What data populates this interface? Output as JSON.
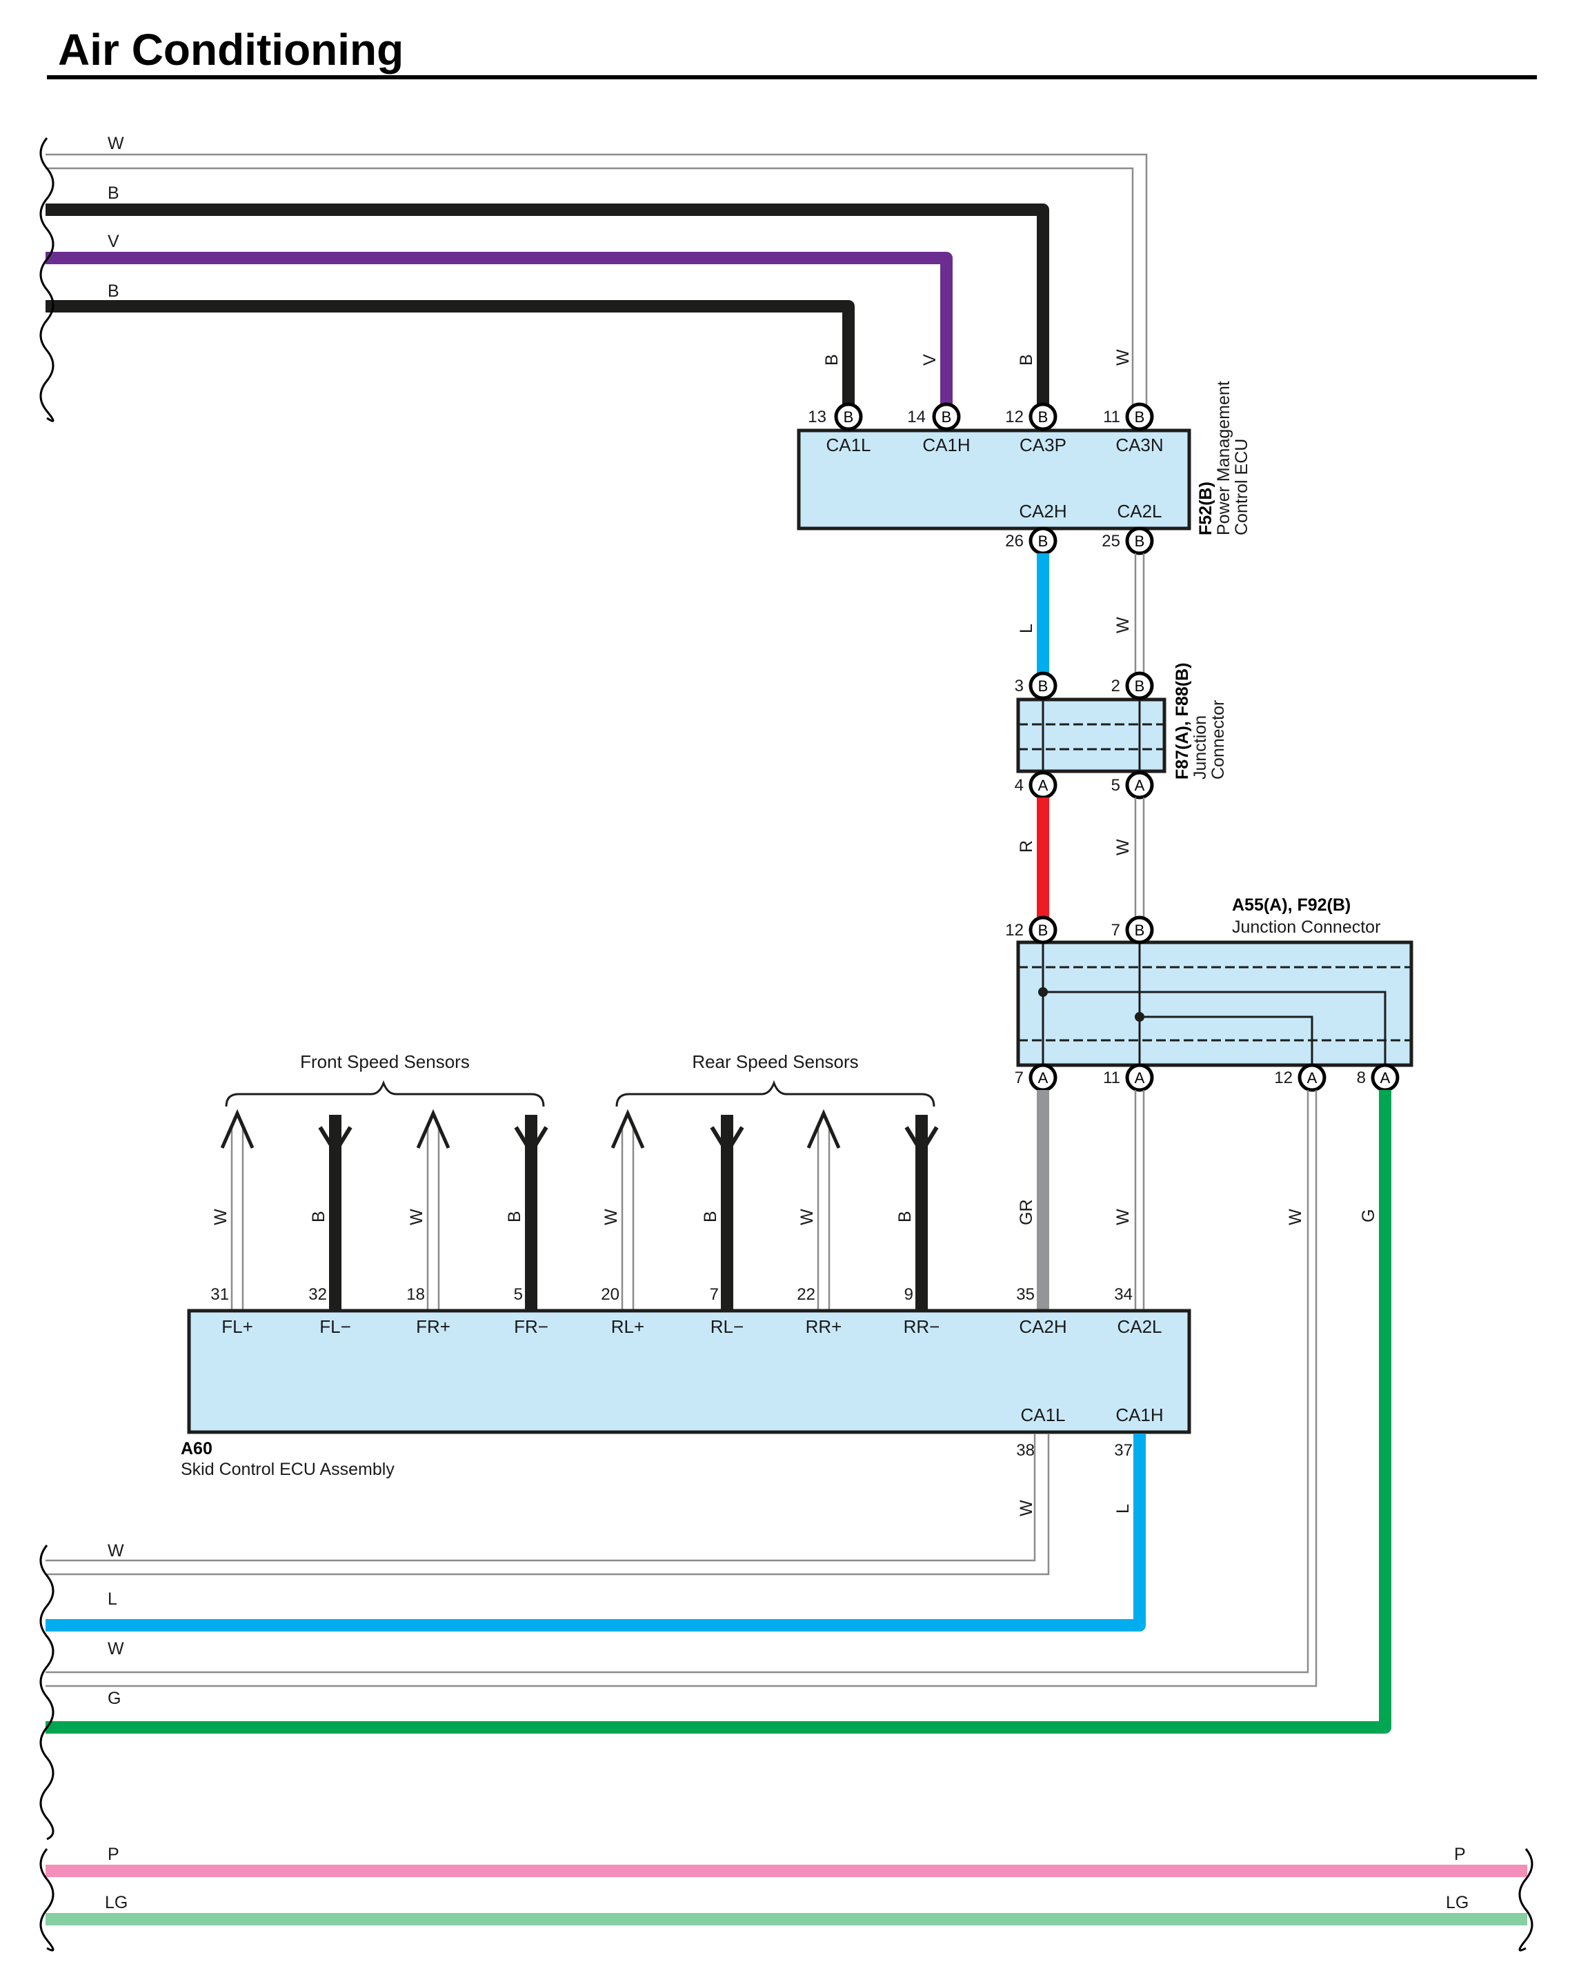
{
  "title": "Air Conditioning",
  "colors": {
    "B": "#1d1d1b",
    "V": "#6b2d8f",
    "W": "#ffffff",
    "L": "#00aeef",
    "R": "#ed1c24",
    "GR": "#939598",
    "G": "#00a651",
    "P": "#f48fb9",
    "LG": "#85cfa3",
    "box_fill": "#c8e8f8"
  },
  "top_wires": [
    {
      "code": "W"
    },
    {
      "code": "B"
    },
    {
      "code": "V"
    },
    {
      "code": "B"
    }
  ],
  "f52": {
    "id": "F52(B)",
    "name_line1": "Power Management",
    "name_line2": "Control ECU",
    "pins": [
      {
        "num": "13",
        "conn": "B",
        "term": "CA1L",
        "wire": "B"
      },
      {
        "num": "14",
        "conn": "B",
        "term": "CA1H",
        "wire": "V"
      },
      {
        "num": "12",
        "conn": "B",
        "term": "CA3P",
        "wire": "B"
      },
      {
        "num": "11",
        "conn": "B",
        "term": "CA3N",
        "wire": "W"
      },
      {
        "num": "26",
        "conn": "B",
        "term": "CA2H",
        "wire": "L"
      },
      {
        "num": "25",
        "conn": "B",
        "term": "CA2L",
        "wire": "W"
      }
    ]
  },
  "f87": {
    "id": "F87(A), F88(B)",
    "name_line1": "Junction",
    "name_line2": "Connector",
    "pins": [
      {
        "num": "3",
        "conn": "B"
      },
      {
        "num": "2",
        "conn": "B"
      },
      {
        "num": "4",
        "conn": "A",
        "wire": "R"
      },
      {
        "num": "5",
        "conn": "A",
        "wire": "W"
      }
    ]
  },
  "a55": {
    "id": "A55(A), F92(B)",
    "name": "Junction Connector",
    "pins": [
      {
        "num": "12",
        "conn": "B"
      },
      {
        "num": "7",
        "conn": "B"
      },
      {
        "num": "7",
        "conn": "A",
        "wire": "GR"
      },
      {
        "num": "11",
        "conn": "A",
        "wire": "W"
      },
      {
        "num": "12",
        "conn": "A",
        "wire": "W"
      },
      {
        "num": "8",
        "conn": "A",
        "wire": "G"
      }
    ]
  },
  "a60": {
    "id": "A60",
    "name": "Skid Control ECU Assembly",
    "groups": [
      "Front Speed Sensors",
      "Rear Speed Sensors"
    ],
    "sensor_pins": [
      {
        "num": "31",
        "term": "FL+",
        "wire": "W"
      },
      {
        "num": "32",
        "term": "FL−",
        "wire": "B"
      },
      {
        "num": "18",
        "term": "FR+",
        "wire": "W"
      },
      {
        "num": "5",
        "term": "FR−",
        "wire": "B"
      },
      {
        "num": "20",
        "term": "RL+",
        "wire": "W"
      },
      {
        "num": "7",
        "term": "RL−",
        "wire": "B"
      },
      {
        "num": "22",
        "term": "RR+",
        "wire": "W"
      },
      {
        "num": "9",
        "term": "RR−",
        "wire": "B"
      }
    ],
    "can_pins": [
      {
        "num": "35",
        "term": "CA2H",
        "wire": "GR"
      },
      {
        "num": "34",
        "term": "CA2L",
        "wire": "W"
      },
      {
        "num": "38",
        "term": "CA1L",
        "wire": "W"
      },
      {
        "num": "37",
        "term": "CA1H",
        "wire": "L"
      }
    ]
  },
  "bottom_wires": [
    {
      "code": "W"
    },
    {
      "code": "L"
    },
    {
      "code": "W"
    },
    {
      "code": "G"
    }
  ],
  "footer_wires": [
    {
      "code": "P"
    },
    {
      "code": "LG"
    }
  ]
}
